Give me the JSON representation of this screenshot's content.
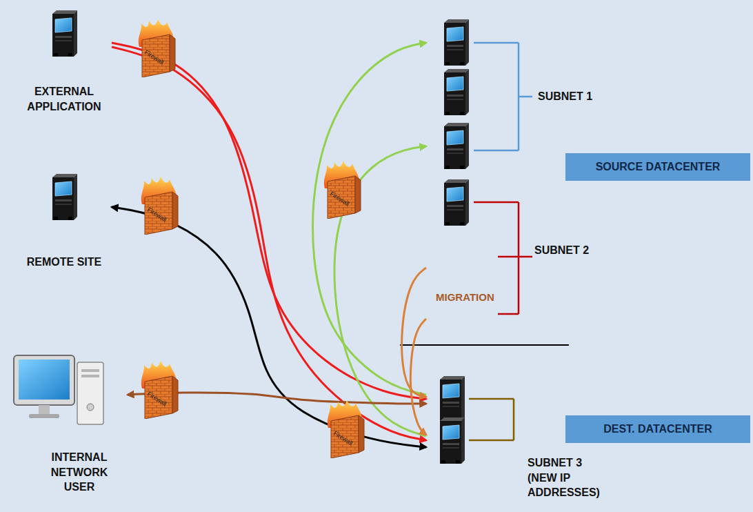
{
  "diagram": {
    "nodes": [
      {
        "text": [
          "EXTERNAL APPLICATION"
        ]
      },
      {
        "text": [
          "SUBNET 1"
        ]
      },
      {
        "text": [
          "SOURCE DATACENTER"
        ]
      },
      {
        "text": [
          "REMOTE SITE"
        ]
      },
      {
        "text": [
          "SUBNET 2"
        ]
      },
      {
        "text": [
          "INTERNAL NETWORK USER"
        ]
      },
      {
        "text": [
          "DEST. DATACENTER"
        ]
      },
      {
        "text": [
          "SUBNET 3 (NEW IP ADDRESSES)"
        ]
      }
    ],
    "edges": [
      {
        "from": 0,
        "to": 7,
        "arrow": "to"
      },
      {
        "from": 0,
        "to": 7,
        "arrow": "to"
      },
      {
        "from": 7,
        "to": 1,
        "arrow": "to"
      },
      {
        "from": 7,
        "to": 1,
        "arrow": "to"
      },
      {
        "from": 7,
        "to": 3,
        "arrow": "both"
      },
      {
        "from": 5,
        "to": 7,
        "arrow": "both"
      },
      {
        "from": 4,
        "to": 7,
        "label": "MIGRATION",
        "arrow": "to"
      },
      {
        "from": 4,
        "to": 7,
        "arrow": "to"
      }
    ],
    "labels": [
      "Firewall",
      "Firewall",
      "Firewall",
      "Firewall",
      "Firewall"
    ]
  }
}
